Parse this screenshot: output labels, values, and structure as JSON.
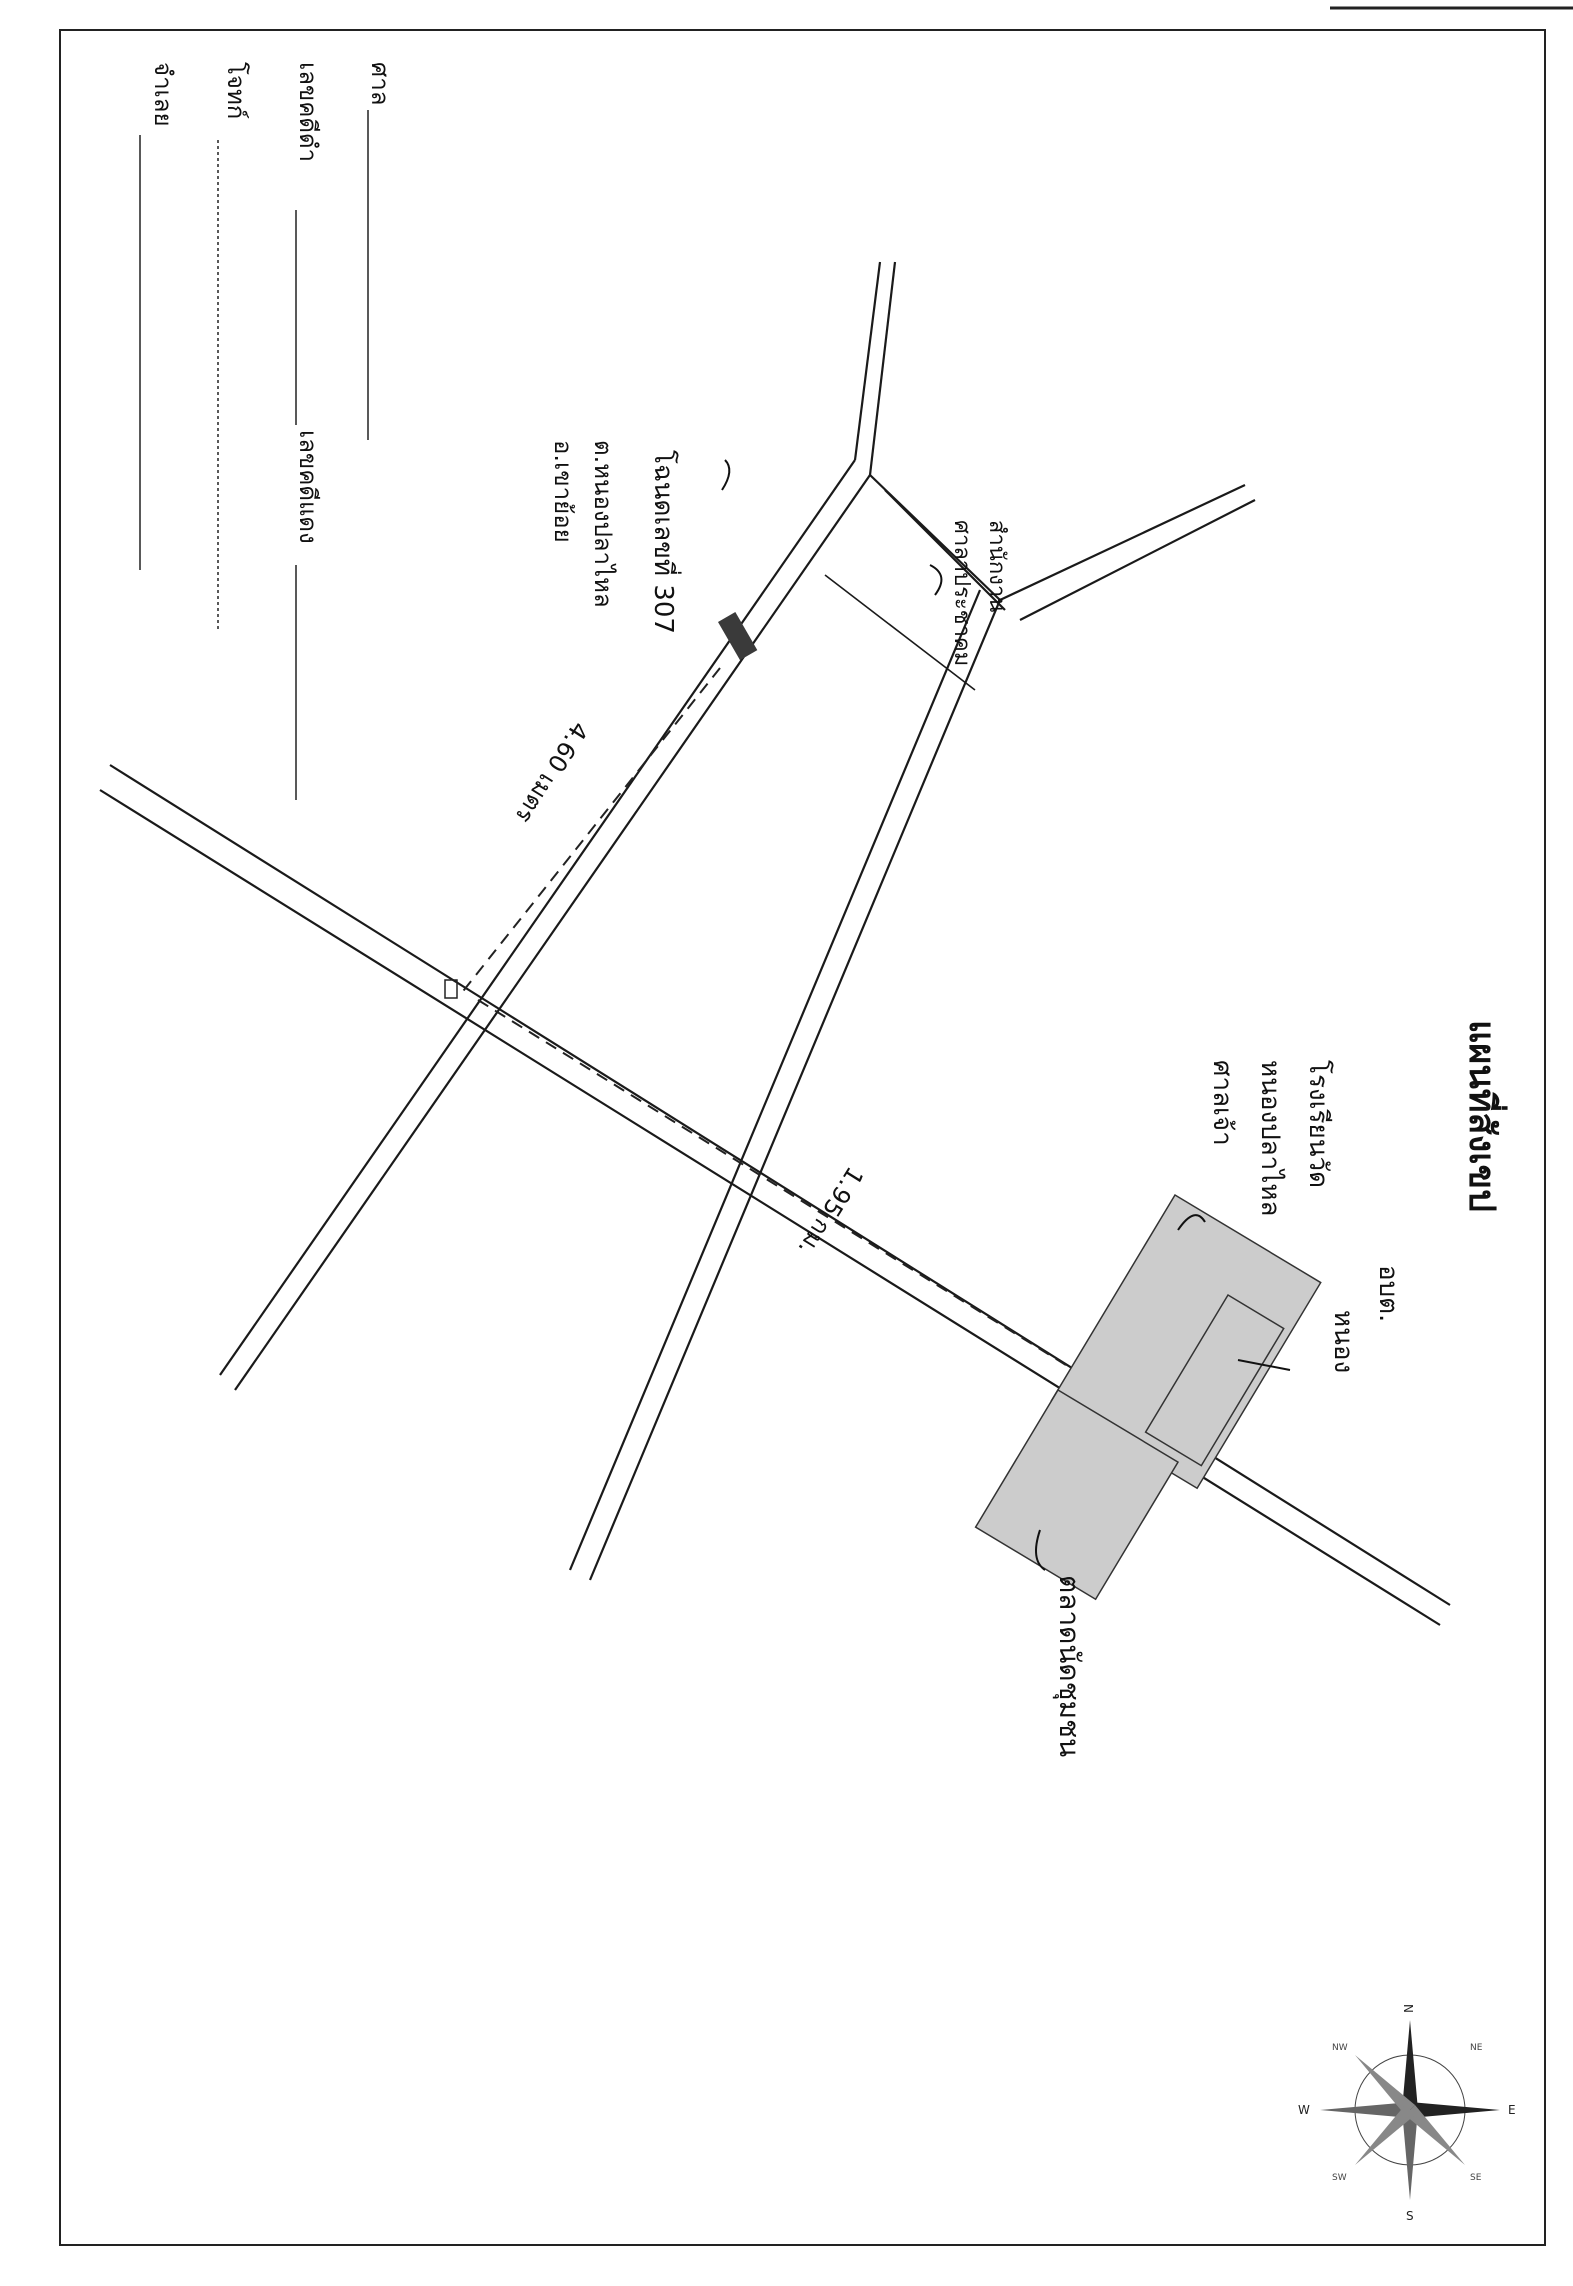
{
  "document": {
    "title": "แผนที่สังเขป",
    "header_fields": [
      {
        "id": "court",
        "label": "ศาล",
        "value": ""
      },
      {
        "id": "black_case_no",
        "label": "เลขคดีดำ",
        "value": ""
      },
      {
        "id": "red_case_no",
        "label": "เลขคดีแดง",
        "value": ""
      },
      {
        "id": "plaintiff",
        "label": "โจทก์",
        "value": ""
      },
      {
        "id": "defendant",
        "label": "จำเลย",
        "value": ""
      }
    ]
  },
  "map": {
    "annotations": {
      "property_label": "โฉนดเลขที่ 307",
      "property_location": "ต.หนองปลาไหล",
      "property_district": "อ.เขาย้อย",
      "triangle_label": "สำนักงาน",
      "triangle_sub": "ศาลาประชาคม",
      "upper_building_1": "โรงเรียนวัด",
      "upper_building_2": "หนองปลาไหล",
      "upper_building_3": "ศาลเจ้า",
      "side_building_1": "อบต.",
      "side_building_2": "หนอง",
      "lower_building": "ตลาดนัดชุมชน",
      "distance_short": "4.60 เมตร",
      "distance_long": "1.95 กม."
    },
    "compass": {
      "n": "N",
      "s": "S",
      "e": "E",
      "w": "W",
      "ne": "NE",
      "nw": "NW",
      "se": "SE",
      "sw": "SW"
    },
    "colors": {
      "property": "#3a3a3a",
      "building": "#cccccc",
      "road": "#1a1a1a"
    }
  }
}
